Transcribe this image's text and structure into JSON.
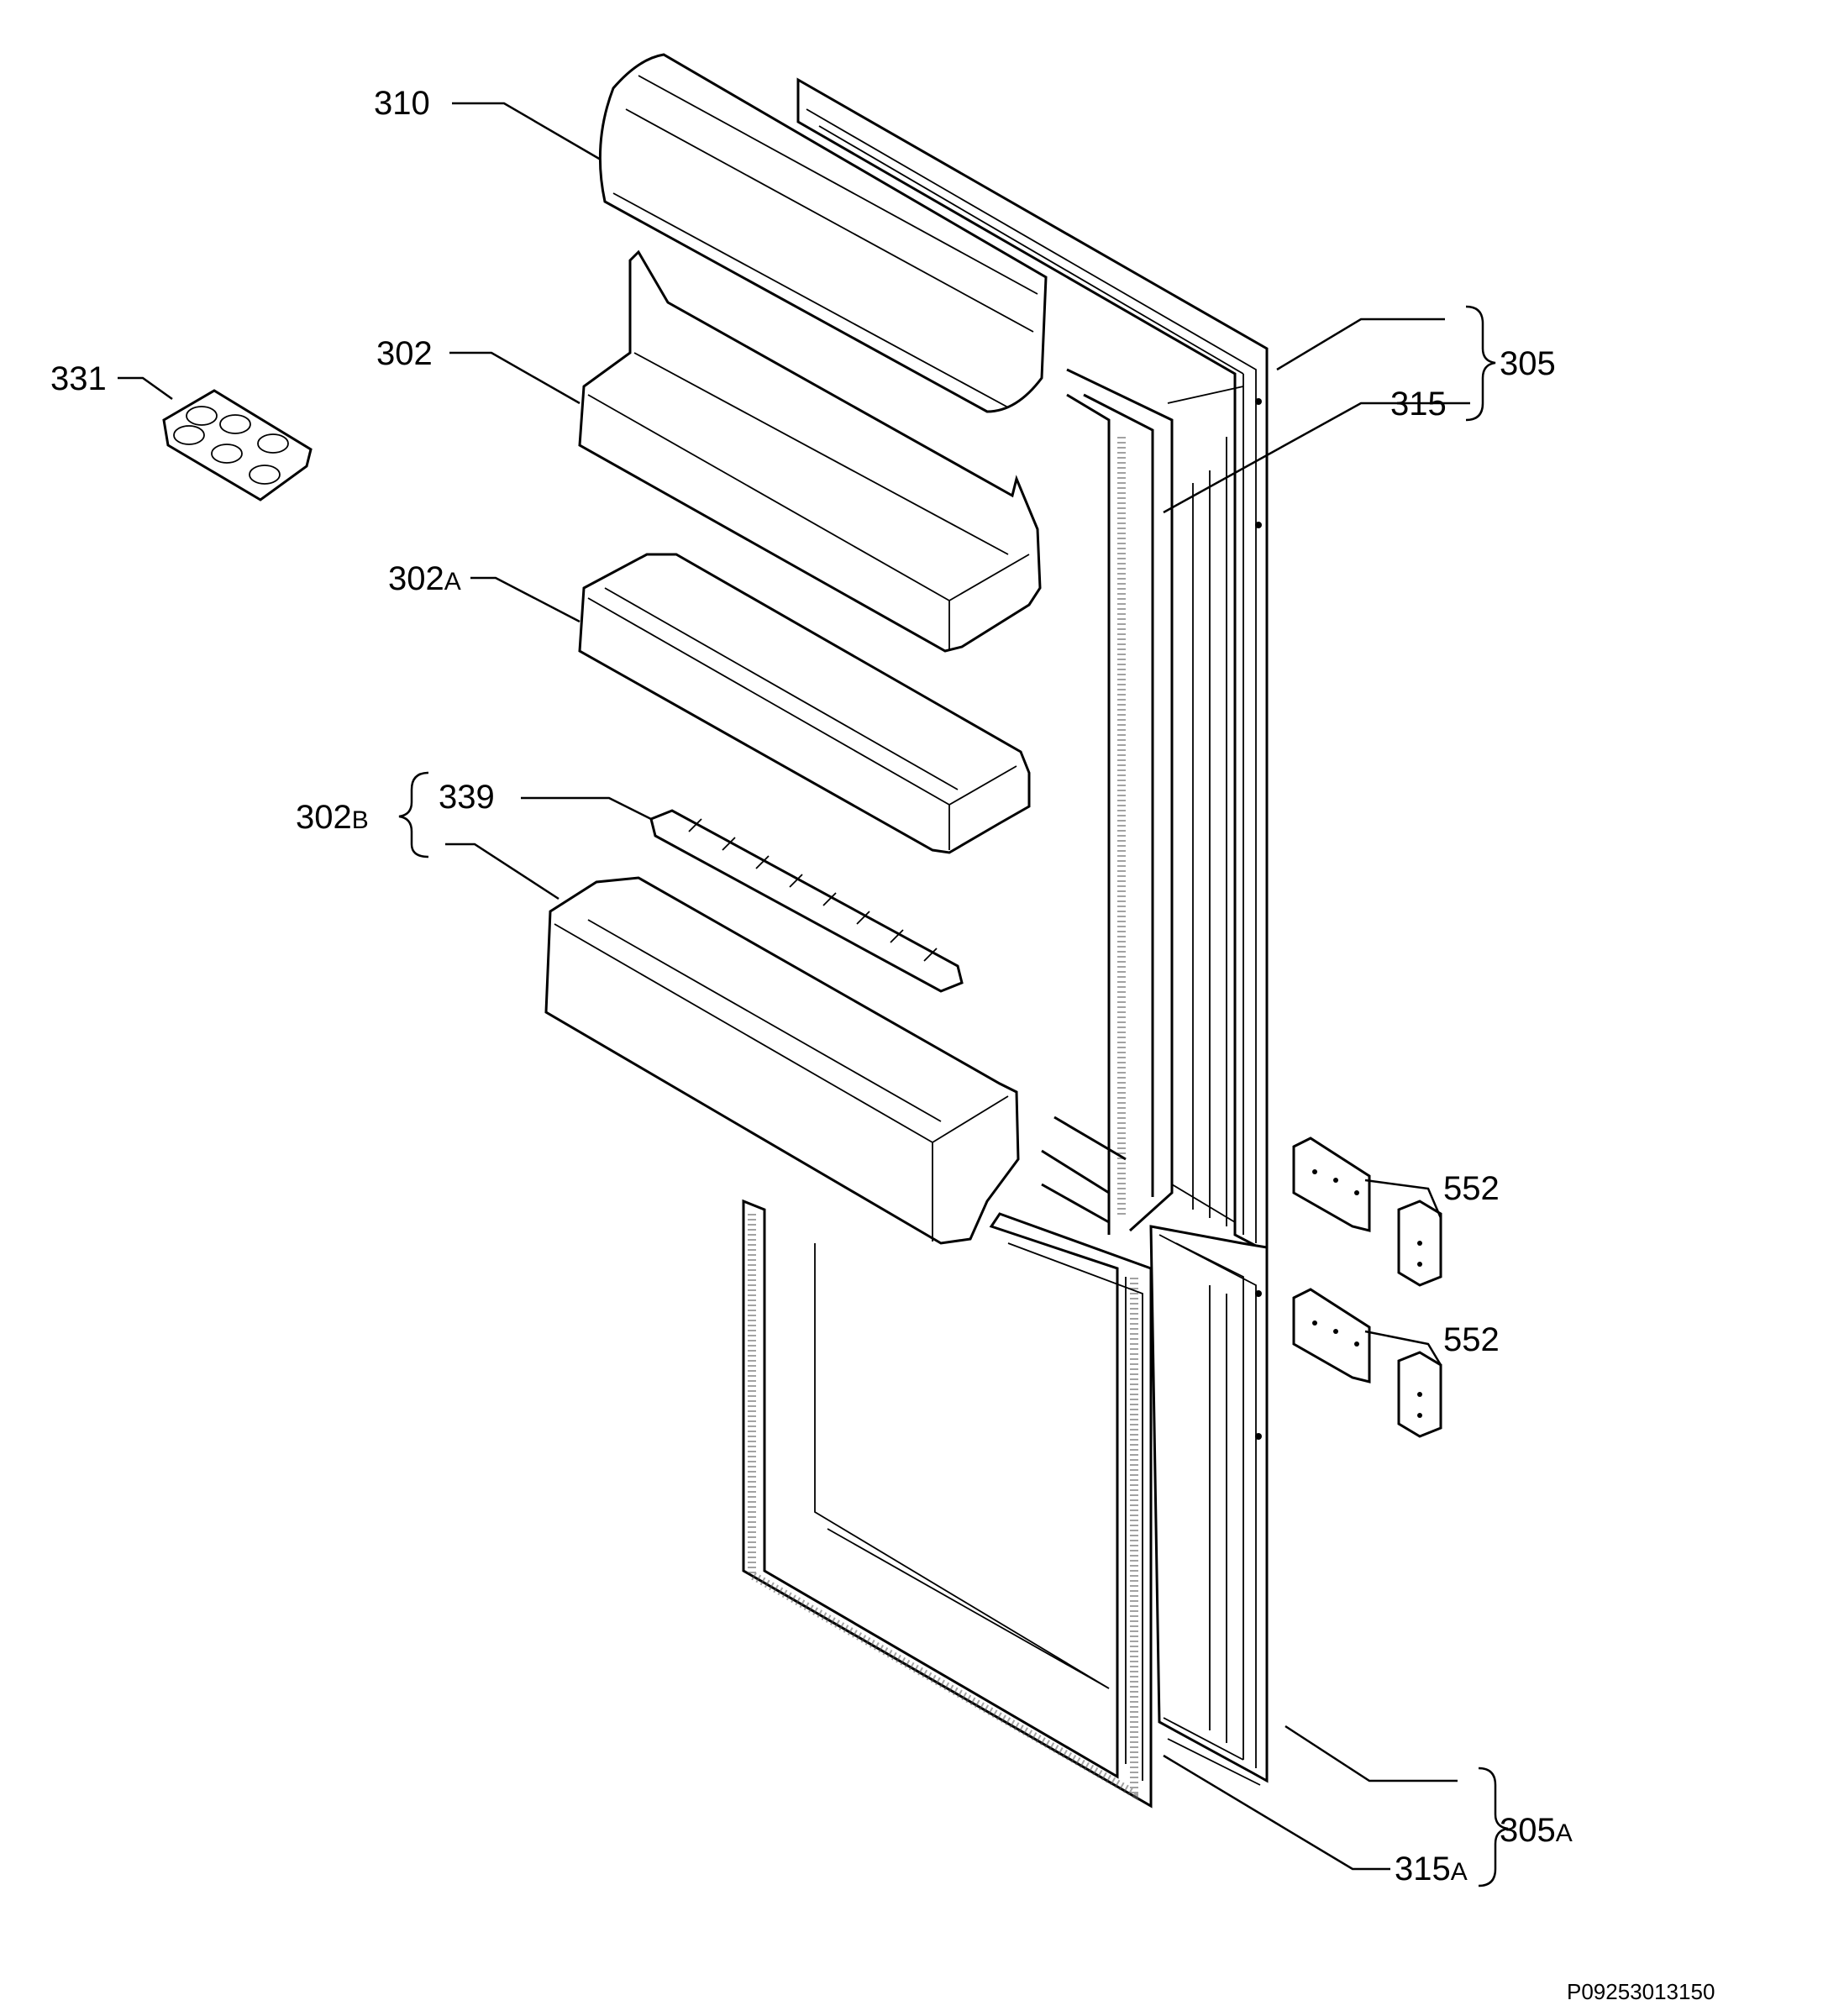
{
  "diagram": {
    "document_id": "P09253013150",
    "callouts": {
      "c310": "310",
      "c302": "302",
      "c331": "331",
      "c305": "305",
      "c315": "315",
      "c302A_num": "302",
      "c302A_suffix": "A",
      "c302B_num": "302",
      "c302B_suffix": "B",
      "c339": "339",
      "c552_upper": "552",
      "c552_lower": "552",
      "c305A_num": "305",
      "c305A_suffix": "A",
      "c315A_num": "315",
      "c315A_suffix": "A"
    }
  }
}
